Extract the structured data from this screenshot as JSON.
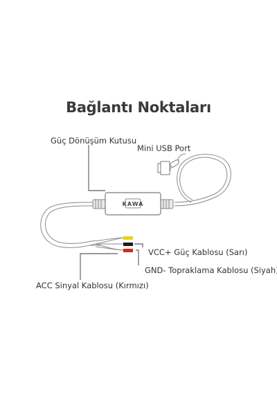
{
  "title": "Bağlantı Noktaları",
  "device": {
    "brand_label": "KAWA"
  },
  "labels": {
    "converter_box": "Güç Dönüşüm Kutusu",
    "usb_port": "Mini USB Port",
    "vcc_cable": "VCC+ Güç Kablosu (Sarı)",
    "gnd_cable": "GND- Topraklama Kablosu (Siyah)",
    "acc_cable": "ACC Sinyal Kablosu (Kırmızı)"
  },
  "colors": {
    "wire_yellow": "#e8d21a",
    "wire_black": "#1a1a1a",
    "wire_red": "#d6261f",
    "cable": "#8a8a8a"
  }
}
